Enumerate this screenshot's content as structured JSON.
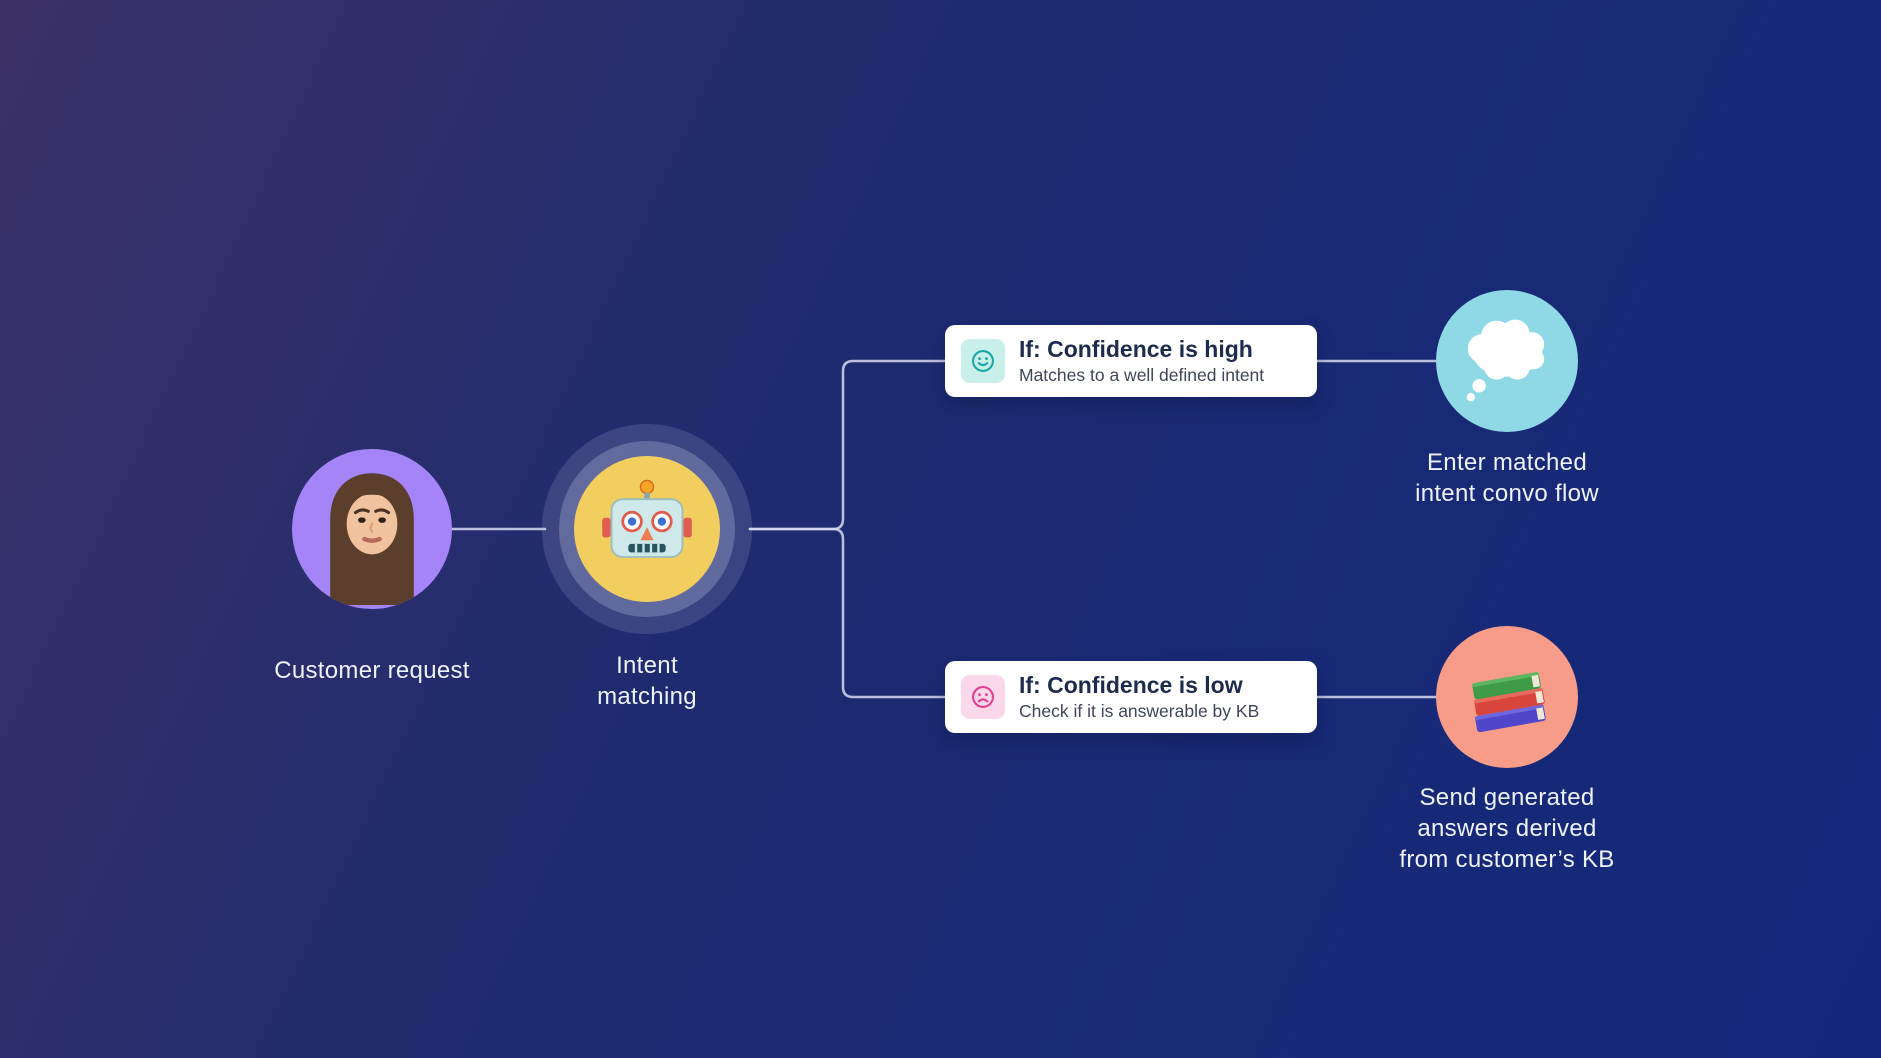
{
  "colors": {
    "bg-start": "#3c3167",
    "bg-mid": "#1e2b70",
    "bg-end": "#12277c",
    "connector": "#d7dcef",
    "label": "#eef2fb",
    "card-bg": "#ffffff",
    "card-title": "#1d2b4d",
    "card-subtitle": "#3f4658",
    "avatar-bg": "#a584f8",
    "robot-bg": "#f2ce5e",
    "halo": "rgba(196,205,230,0.28)",
    "halo-outer": "rgba(196,205,230,0.16)",
    "high-icon-bg": "#c8efe9",
    "high-icon-fg": "#1aa7a4",
    "low-icon-bg": "#fbd8e9",
    "low-icon-fg": "#e43e93",
    "convo-bg": "#8fd8e5",
    "kb-bg": "#f89c8a"
  },
  "diagram": {
    "nodes": {
      "customer": {
        "label": "Customer request",
        "icon": "woman-avatar-icon"
      },
      "intent": {
        "label": "Intent\nmatching",
        "icon": "robot-icon"
      },
      "convo": {
        "label": "Enter matched\nintent convo flow",
        "icon": "thought-cloud-icon"
      },
      "kb": {
        "label": "Send generated\nanswers derived\nfrom customer’s KB",
        "icon": "books-icon"
      }
    },
    "cards": {
      "high": {
        "title": "If: Confidence is high",
        "subtitle": "Matches to a well defined intent",
        "icon": "smiley-face-icon"
      },
      "low": {
        "title": "If: Confidence is low",
        "subtitle": "Check if it is answerable by KB",
        "icon": "sad-face-icon"
      }
    },
    "edges": [
      {
        "from": "customer",
        "to": "intent"
      },
      {
        "from": "intent",
        "to": "card-high"
      },
      {
        "from": "intent",
        "to": "card-low"
      },
      {
        "from": "card-high",
        "to": "convo"
      },
      {
        "from": "card-low",
        "to": "kb"
      }
    ]
  }
}
